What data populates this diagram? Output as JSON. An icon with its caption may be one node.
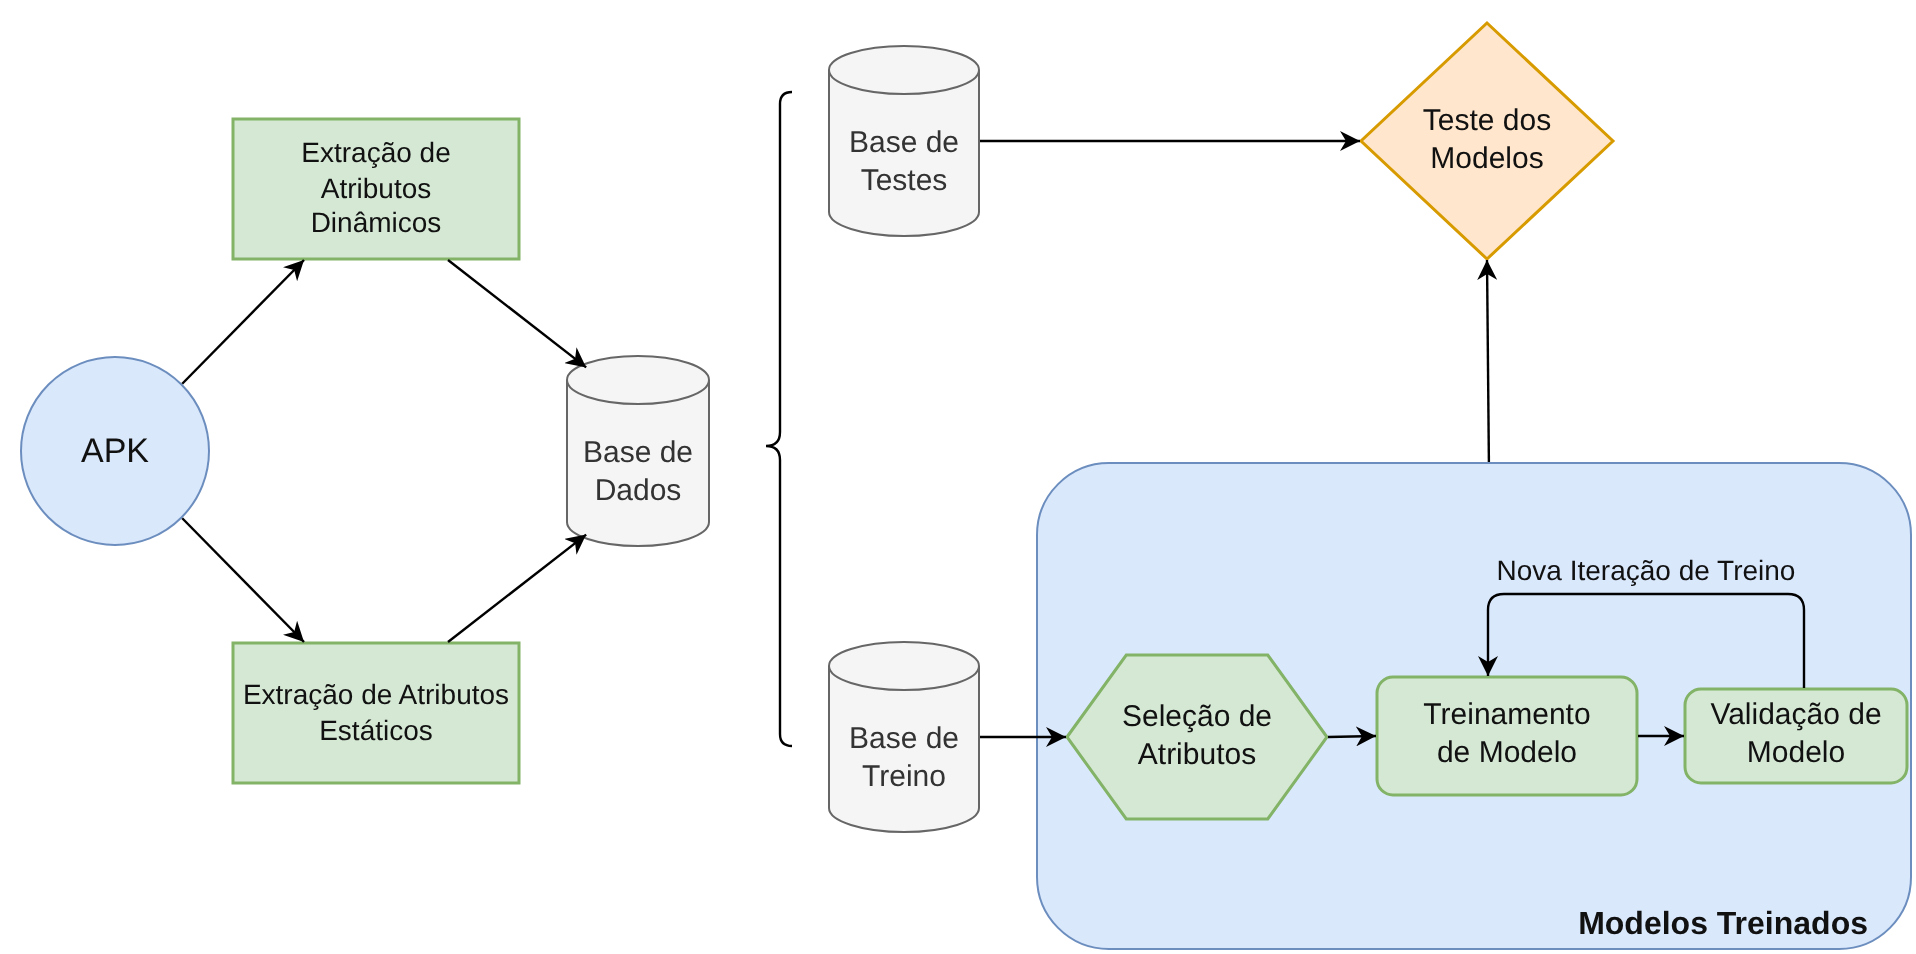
{
  "diagram": {
    "nodes": [
      {
        "text": [
          "APK"
        ]
      },
      {
        "text": [
          "Extração de Atributos Dinâmicos"
        ]
      },
      {
        "text": [
          "Extração de Atributos Estáticos"
        ]
      },
      {
        "text": [
          "Base de Dados"
        ]
      },
      {
        "text": [
          "Base de Testes"
        ]
      },
      {
        "text": [
          "Base de Treino"
        ]
      },
      {
        "text": [
          "Teste dos Modelos"
        ]
      },
      {
        "text": [
          "Modelos Treinados"
        ]
      },
      {
        "text": [
          "Seleção de Atributos"
        ],
        "in": 7
      },
      {
        "text": [
          "Treinamento de Modelo"
        ],
        "in": 7
      },
      {
        "text": [
          "Validação de Modelo"
        ],
        "in": 7
      }
    ],
    "edges": [
      {
        "from": 0,
        "to": 1,
        "arrow": "to"
      },
      {
        "from": 0,
        "to": 2,
        "arrow": "to"
      },
      {
        "from": 1,
        "to": 3,
        "arrow": "to"
      },
      {
        "from": 2,
        "to": 3,
        "arrow": "to"
      },
      {
        "from": 4,
        "to": 6,
        "arrow": "to"
      },
      {
        "from": 5,
        "to": 8,
        "arrow": "to"
      },
      {
        "from": 8,
        "to": 9,
        "arrow": "to"
      },
      {
        "from": 9,
        "to": 10,
        "arrow": "to"
      },
      {
        "from": 10,
        "to": 9,
        "arrow": "to",
        "label": "Nova Iteração de Treino"
      },
      {
        "from": 7,
        "to": 6,
        "arrow": "to"
      }
    ]
  }
}
